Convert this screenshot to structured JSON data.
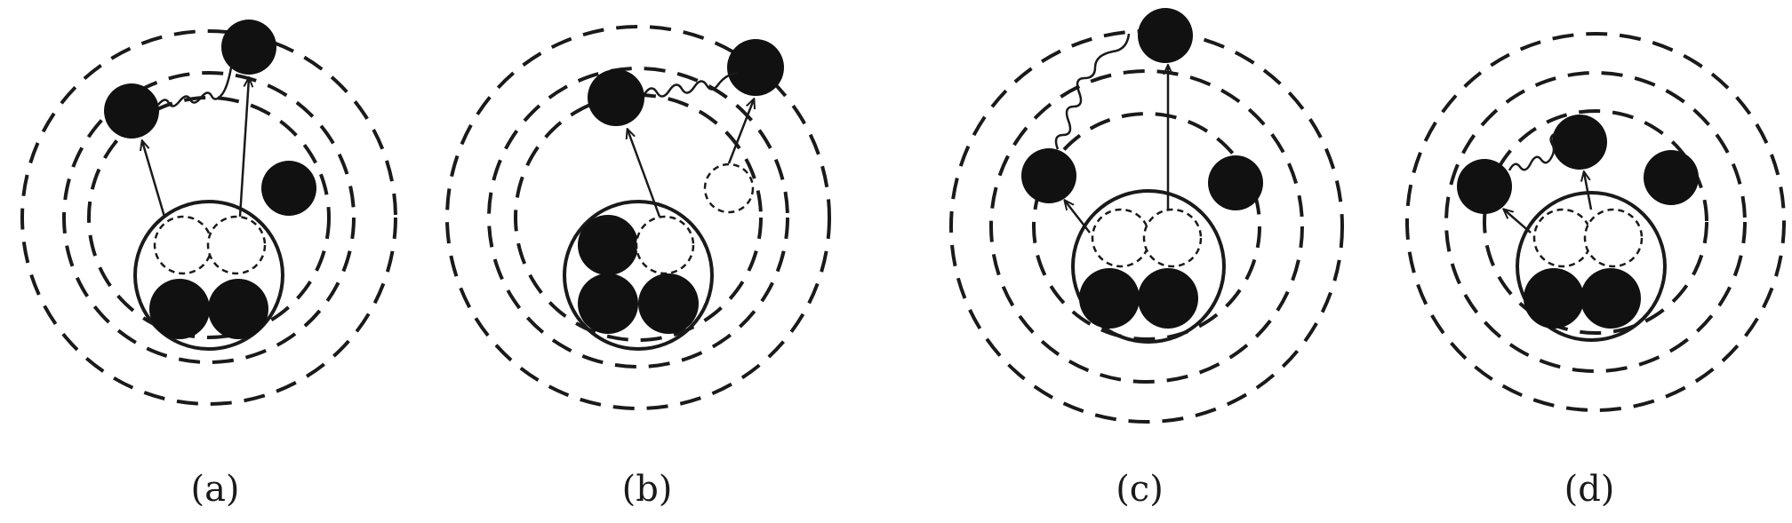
{
  "figure": {
    "colors": {
      "ink": "#1a1a1a",
      "electron_fill": "#111111",
      "vacancy_fill": "#ffffff",
      "background": "#ffffff"
    },
    "panels": [
      {
        "label": "(a)",
        "inner_electrons": [
          "vacancy",
          "vacancy",
          "filled",
          "filled"
        ],
        "outer_electrons": [
          "filled",
          "filled",
          "filled"
        ],
        "wavy_link": true
      },
      {
        "label": "(b)",
        "inner_electrons": [
          "filled",
          "vacancy",
          "filled",
          "filled"
        ],
        "outer_electrons": [
          "filled",
          "filled",
          "vacancy"
        ],
        "wavy_link": true
      },
      {
        "label": "(c)",
        "inner_electrons": [
          "vacancy",
          "vacancy",
          "filled",
          "filled"
        ],
        "outer_electrons": [
          "filled",
          "filled",
          "filled"
        ],
        "wavy_link": true
      },
      {
        "label": "(d)",
        "inner_electrons": [
          "vacancy",
          "vacancy",
          "filled",
          "filled"
        ],
        "outer_electrons": [
          "filled",
          "filled",
          "filled"
        ],
        "wavy_link": true
      }
    ]
  }
}
